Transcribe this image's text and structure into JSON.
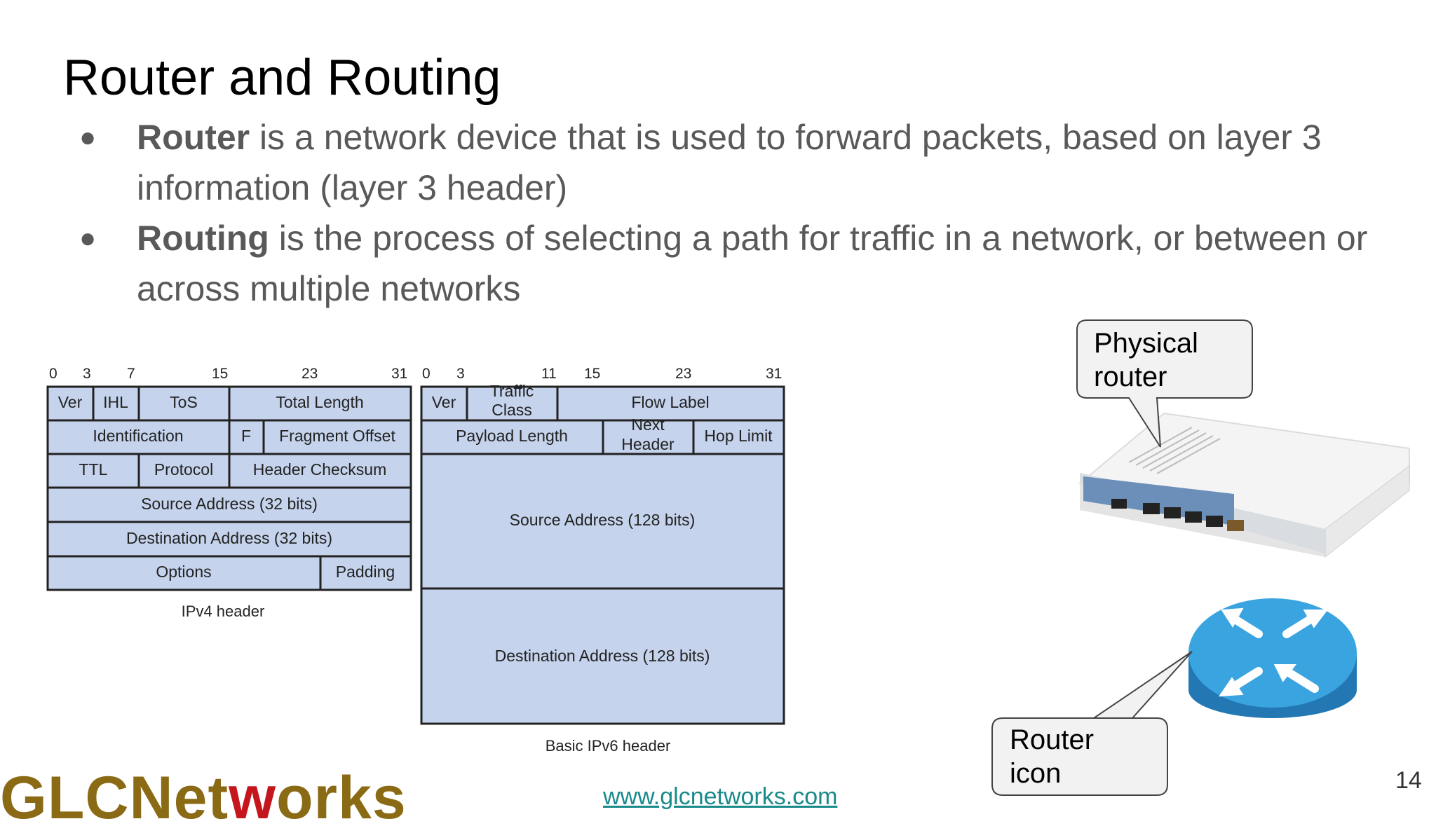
{
  "slide": {
    "title": "Router and Routing",
    "bullets": [
      {
        "bold": "Router",
        "text": " is a network device that is used to forward packets, based on layer 3 information (layer 3 header)"
      },
      {
        "bold": "Routing",
        "text": " is the process of selecting a path for traffic in a network, or between or across multiple networks"
      }
    ],
    "page_number": "14",
    "url": "www.glcnetworks.com",
    "logo": {
      "part1": "GLCNet",
      "part2": "w",
      "part3": "orks"
    }
  },
  "ipv4": {
    "bits": [
      "0",
      "3",
      "7",
      "15",
      "23",
      "31"
    ],
    "fields": {
      "ver": "Ver",
      "ihl": "IHL",
      "tos": "ToS",
      "total_length": "Total Length",
      "identification": "Identification",
      "flags": "F",
      "fragment_offset": "Fragment Offset",
      "ttl": "TTL",
      "protocol": "Protocol",
      "header_checksum": "Header Checksum",
      "source": "Source Address (32 bits)",
      "destination": "Destination Address (32 bits)",
      "options": "Options",
      "padding": "Padding"
    },
    "caption": "IPv4 header"
  },
  "ipv6": {
    "bits": [
      "0",
      "3",
      "11",
      "15",
      "23",
      "31"
    ],
    "fields": {
      "ver": "Ver",
      "traffic_class_1": "Traffic",
      "traffic_class_2": "Class",
      "flow_label": "Flow Label",
      "payload_length": "Payload Length",
      "next_header_1": "Next",
      "next_header_2": "Header",
      "hop_limit": "Hop Limit",
      "source": "Source Address (128 bits)",
      "destination": "Destination Address (128 bits)"
    },
    "caption": "Basic IPv6 header"
  },
  "callouts": {
    "physical": {
      "line1": "Physical",
      "line2": "router"
    },
    "icon": {
      "line1": "Router",
      "line2": "icon"
    }
  },
  "colors": {
    "cell_fill": "#c5d3ec",
    "logo_gold": "#8a6a14",
    "logo_red": "#c4161c",
    "link": "#1a8a8a",
    "router_icon": "#2b8fc7"
  }
}
